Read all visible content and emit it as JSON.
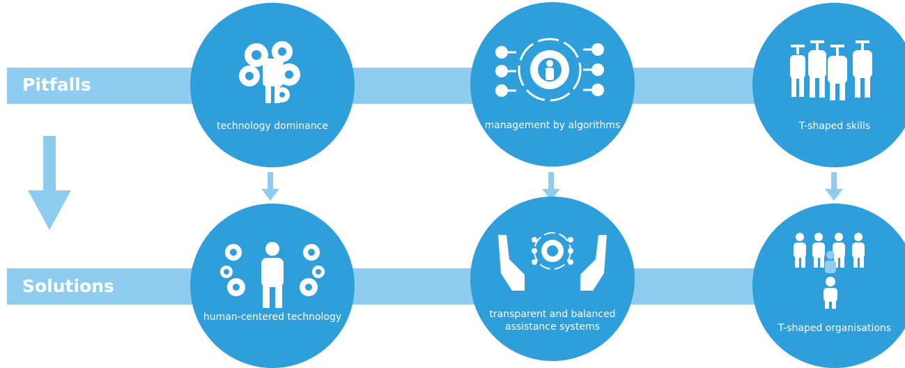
{
  "rows": {
    "pitfalls_label": "Pitfalls",
    "solutions_label": "Solutions"
  },
  "pitfalls": [
    {
      "label": "technology dominance",
      "icon": "gears-puzzle-person-icon"
    },
    {
      "label": "management by algorithms",
      "icon": "gear-cycle-person-icon"
    },
    {
      "label": "T-shaped skills",
      "icon": "t-shaped-people-icon"
    }
  ],
  "solutions": [
    {
      "label": "human-centered technology",
      "icon": "person-among-gears-icon"
    },
    {
      "label": "transparent and balanced assistance systems",
      "icon": "hands-holding-gear-icon"
    },
    {
      "label": "T-shaped organisations",
      "icon": "organisation-people-icon"
    }
  ],
  "colors": {
    "band": "#8ecdf0",
    "circle": "#2f9fdc",
    "arrow": "#8ecdf0",
    "text": "#ffffff"
  }
}
